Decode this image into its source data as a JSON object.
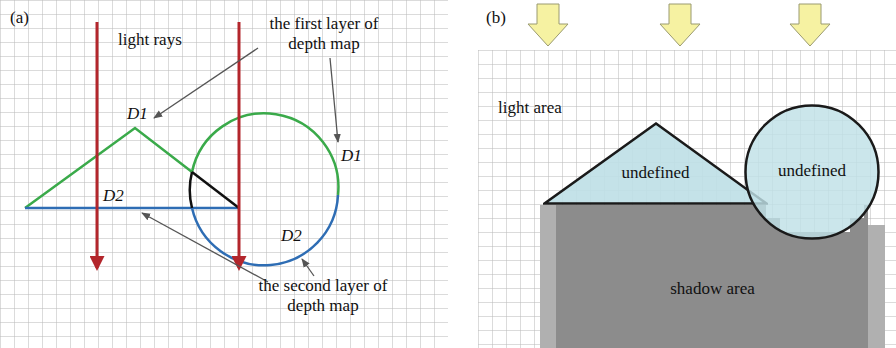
{
  "diagram": {
    "nodes": [
      {
        "text": [
          "undefined"
        ]
      },
      {
        "text": [
          "undefined"
        ]
      },
      {
        "text": [
          "shadow area"
        ]
      }
    ],
    "labels": [
      "(a)",
      "light rays",
      "the first layer of depth map",
      "D1",
      "D1",
      "D2",
      "D2",
      "the second layer of depth map",
      "(b)",
      "light area"
    ]
  }
}
